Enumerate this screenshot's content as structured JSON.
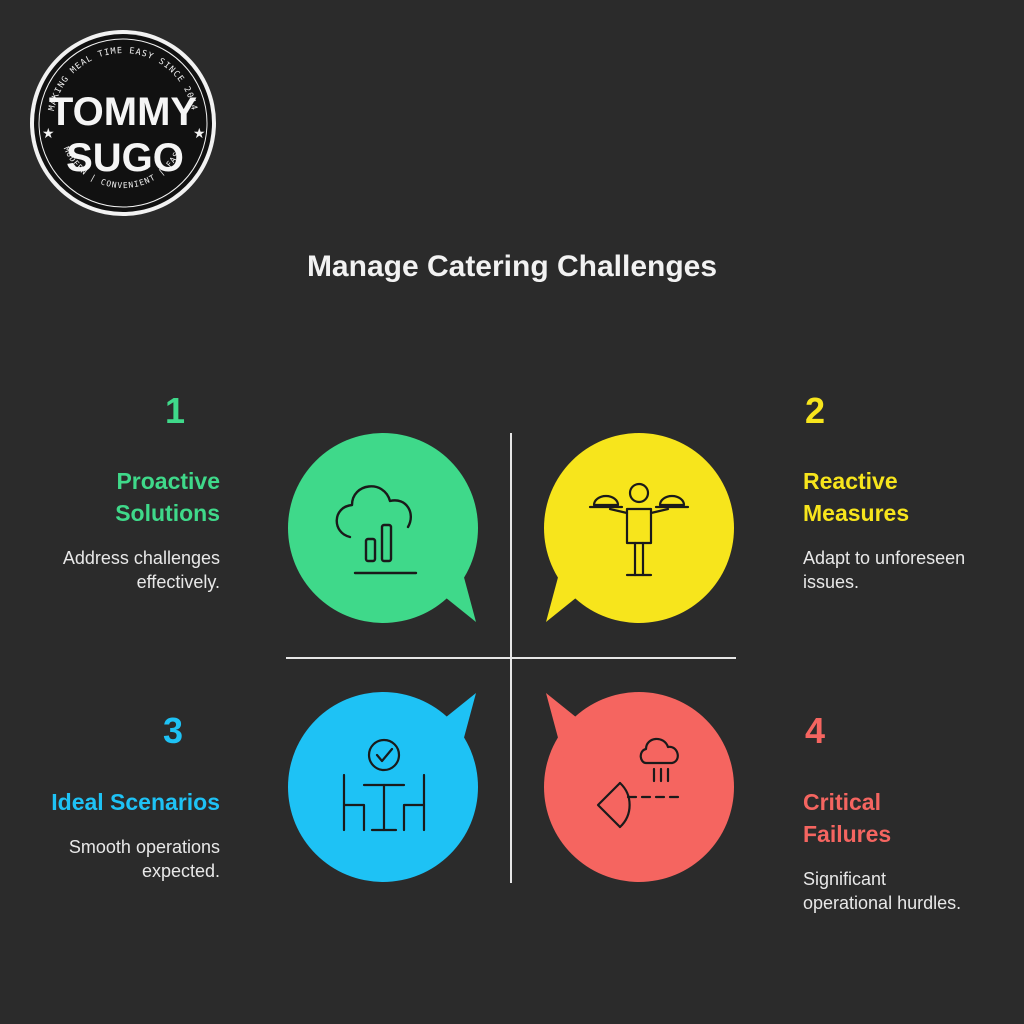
{
  "brand": {
    "name_line1": "TOMMY",
    "name_line2": "SUGO",
    "tagline_top": "MAKING MEAL TIME EASY SINCE 2014",
    "tagline_bottom": "MODERN | CONVENIENT | FAST"
  },
  "title": "Manage Catering Challenges",
  "colors": {
    "background": "#2b2b2b",
    "green": "#3fd98a",
    "yellow": "#f7e51c",
    "blue": "#1ec2f5",
    "red": "#f56560",
    "divider": "#e6e6e6"
  },
  "quadrants": [
    {
      "number": "1",
      "heading": "Proactive\nSolutions",
      "description": "Address challenges\neffectively.",
      "color": "#3fd98a",
      "icon": "cloud-chart-icon"
    },
    {
      "number": "2",
      "heading": "Reactive\nMeasures",
      "description": "Adapt to unforeseen\nissues.",
      "color": "#f7e51c",
      "icon": "waiter-serving-icon"
    },
    {
      "number": "3",
      "heading": "Ideal Scenarios",
      "description": "Smooth operations\nexpected.",
      "color": "#1ec2f5",
      "icon": "table-chairs-check-icon"
    },
    {
      "number": "4",
      "heading": "Critical\nFailures",
      "description": "Significant\noperational hurdles.",
      "color": "#f56560",
      "icon": "rain-cloud-alert-icon"
    }
  ]
}
